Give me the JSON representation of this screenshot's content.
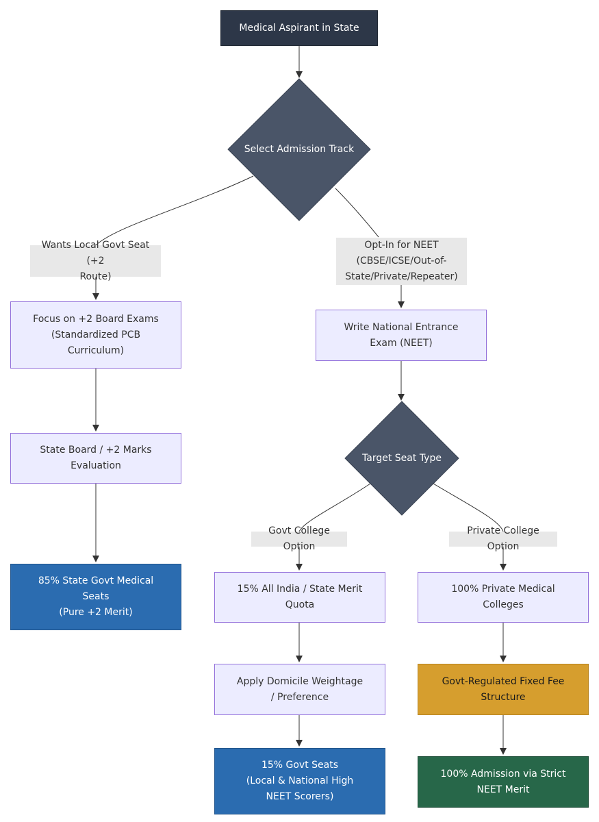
{
  "nodes": {
    "start": "Medical Aspirant in State",
    "track_decision": "Select Admission Track",
    "board_focus": "Focus on +2 Board Exams\n(Standardized PCB\nCurriculum)",
    "board_eval": "State Board / +2 Marks\nEvaluation",
    "state_seats": "85% State Govt Medical\nSeats\n(Pure +2 Merit)",
    "neet_write": "Write National Entrance\nExam (NEET)",
    "seat_decision": "Target Seat Type",
    "all_india_quota": "15% All India / State Merit\nQuota",
    "domicile": "Apply Domicile Weightage\n/ Preference",
    "govt_seats": "15% Govt Seats\n(Local & National High\nNEET Scorers)",
    "private_colleges": "100% Private Medical\nColleges",
    "fee_structure": "Govt-Regulated Fixed Fee\nStructure",
    "strict_merit": "100% Admission via Strict\nNEET Merit"
  },
  "edge_labels": {
    "local_route": "Wants Local Govt Seat (+2\nRoute)",
    "neet_optin": "Opt-In for NEET\n(CBSE/ICSE/Out-of-\nState/Private/Repeater)",
    "govt_option": "Govt College Option",
    "private_option": "Private College Option"
  },
  "colors": {
    "dark_node": "#2d3748",
    "decision": "#4a5568",
    "process_fill": "#ececff",
    "process_border": "#9370db",
    "outcome_blue": "#2b6cb0",
    "outcome_gold": "#d69e2e",
    "outcome_green": "#276749",
    "edge": "#333333"
  }
}
